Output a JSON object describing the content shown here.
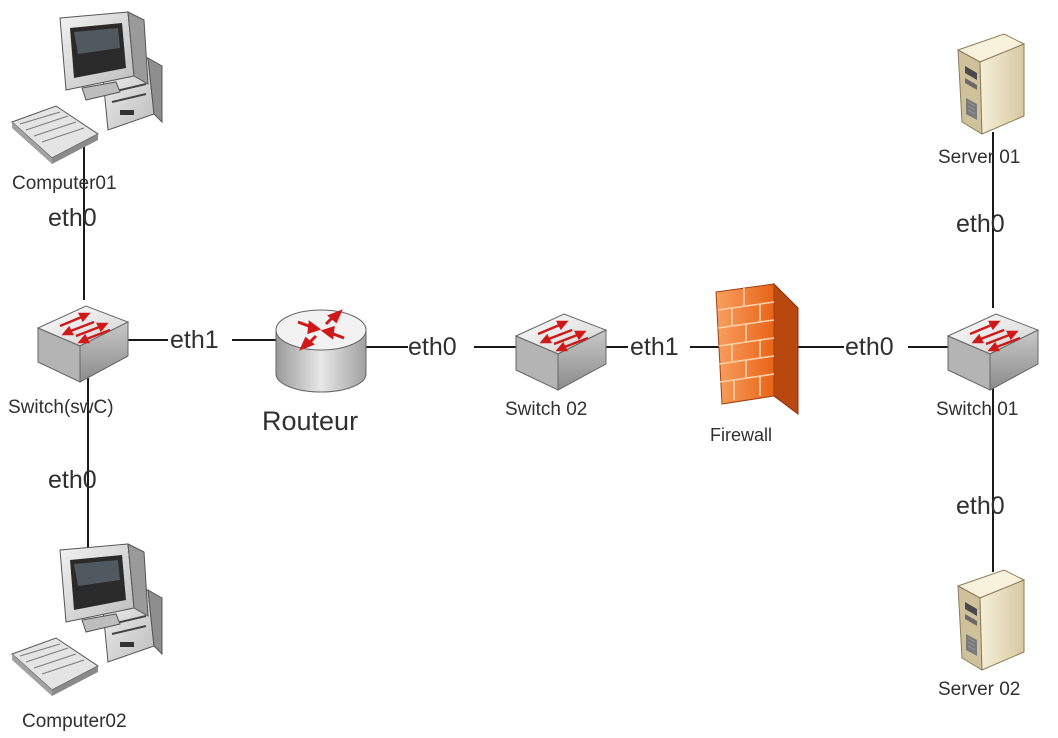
{
  "devices": {
    "computer01": "Computer01",
    "computer02": "Computer02",
    "switch_c": "Switch(swC)",
    "router": "Routeur",
    "switch02": "Switch 02",
    "firewall": "Firewall",
    "switch01": "Switch 01",
    "server01": "Server 01",
    "server02": "Server 02"
  },
  "interfaces": {
    "comp01_eth": "eth0",
    "comp02_eth": "eth0",
    "swc_router_eth": "eth1",
    "router_sw02_eth": "eth0",
    "sw02_fw_eth": "eth1",
    "fw_sw01_eth": "eth0",
    "srv01_eth": "eth0",
    "srv02_eth": "eth0"
  },
  "colors": {
    "line": "#1a1a1a",
    "switch_body": "#e6e6e6",
    "switch_arrow": "#d01818",
    "firewall": "#f07828",
    "server_body": "#ece3c8",
    "computer_body": "#e2e2e2"
  },
  "icons": [
    "computer-icon",
    "switch-icon",
    "router-icon",
    "firewall-icon",
    "server-icon"
  ]
}
